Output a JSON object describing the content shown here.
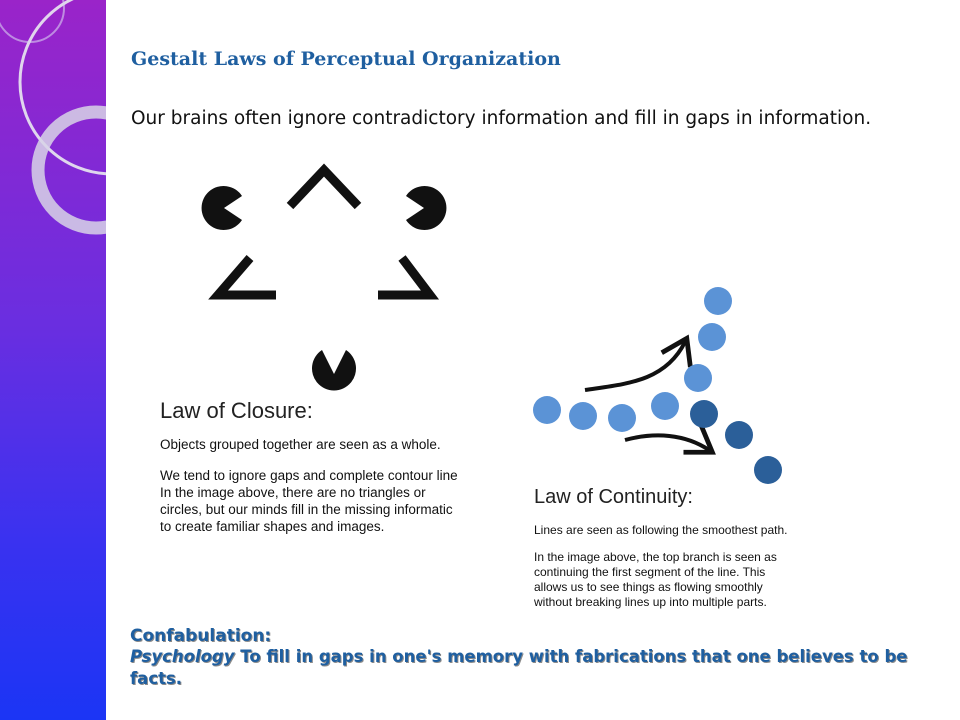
{
  "slide": {
    "title": "Gestalt Laws of Perceptual Organization",
    "subtitle": "Our brains often ignore contradictory information and fill in gaps in information."
  },
  "closure": {
    "heading": "Law of Closure:",
    "line1": "Objects grouped together are seen as a whole.",
    "para2": [
      "We tend to ignore gaps and complete contour line",
      "In the image above, there are no triangles or",
      "circles, but our minds fill in the missing informatic",
      "to create familiar shapes and images."
    ]
  },
  "continuity": {
    "heading": "Law of Continuity:",
    "line1": "Lines are seen as following the smoothest path.",
    "para2": [
      "In the image above, the top branch is seen as",
      "continuing the first segment of the line.  This",
      "allows us to see things as flowing smoothly",
      "without breaking lines up into multiple parts."
    ]
  },
  "confabulation": {
    "title": "Confabulation:",
    "term": "Psychology",
    "definition": " To fill in gaps in one's memory with fabrications that one believes to be facts."
  },
  "colors": {
    "title_blue": "#1f5fa0",
    "dot_light": "#5b93d6",
    "dot_dark": "#2b5f99"
  }
}
